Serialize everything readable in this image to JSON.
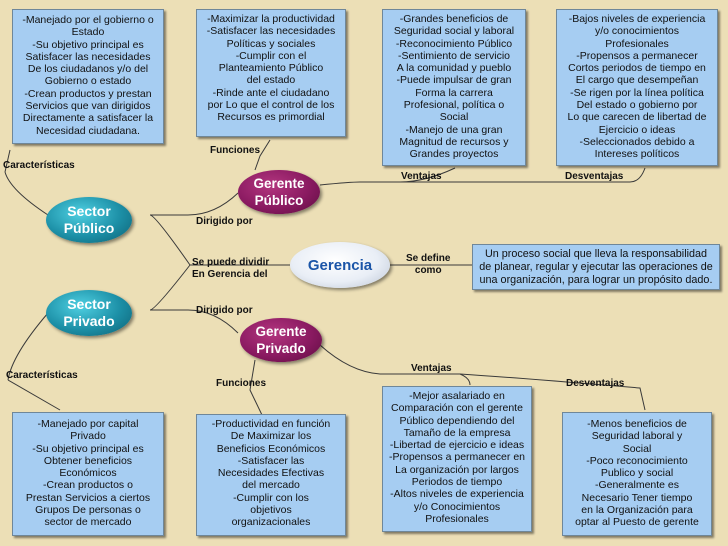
{
  "center": {
    "label": "Gerencia"
  },
  "definition": {
    "connector_lines": [
      "Se define",
      "como"
    ],
    "lines": [
      "Un proceso social que lleva la responsabilidad",
      "de planear, regular y ejecutar las operaciones de",
      "una organización, para lograr un propósito dado."
    ]
  },
  "division_label": {
    "lines": [
      "Se puede dividir",
      "En Gerencia del"
    ]
  },
  "sector_publico": {
    "lines": [
      "Sector",
      "Público"
    ],
    "caracteristicas_label": "Características",
    "dirigido_label": "Dirigido por",
    "caracteristicas": [
      "-Manejado por el gobierno o",
      "Estado",
      "-Su objetivo principal es",
      "Satisfacer las necesidades",
      "De los ciudadanos y/o del",
      "Gobierno o estado",
      "-Crean productos y prestan",
      "Servicios que van dirigidos",
      "Directamente a satisfacer la",
      "Necesidad ciudadana."
    ]
  },
  "sector_privado": {
    "lines": [
      "Sector",
      "Privado"
    ],
    "caracteristicas_label": "Características",
    "dirigido_label": "Dirigido por",
    "caracteristicas": [
      "-Manejado por capital",
      "Privado",
      "-Su objetivo principal es",
      "Obtener beneficios",
      "Económicos",
      "-Crean productos o",
      "Prestan Servicios a ciertos",
      "Grupos De personas o",
      "sector de mercado"
    ]
  },
  "gerente_publico": {
    "lines": [
      "Gerente",
      "Público"
    ],
    "funciones_label": "Funciones",
    "ventajas_label": "Ventajas",
    "desventajas_label": "Desventajas",
    "funciones": [
      "-Maximizar la productividad",
      "-Satisfacer las necesidades",
      "Políticas y sociales",
      "-Cumplir con el",
      "Planteamiento Público",
      "del estado",
      "-Rinde ante el ciudadano",
      "por Lo que el control de los",
      "Recursos es primordial"
    ],
    "ventajas": [
      "-Grandes beneficios de",
      "Seguridad social y laboral",
      "-Reconocimiento Público",
      "-Sentimiento de servicio",
      "A la comunidad y pueblo",
      "-Puede impulsar de gran",
      "Forma la carrera",
      "Profesional, política o",
      "Social",
      "-Manejo de una gran",
      "Magnitud de recursos y",
      "Grandes proyectos"
    ],
    "desventajas": [
      "-Bajos niveles de experiencia",
      "y/o conocimientos",
      "Profesionales",
      "-Propensos a permanecer",
      "Cortos periodos de tiempo en",
      "El cargo que desempeñan",
      "-Se rigen por la línea política",
      "Del estado o gobierno por",
      "Lo que carecen de libertad de",
      "Ejercicio o ideas",
      "-Seleccionados debido a",
      "Intereses políticos"
    ]
  },
  "gerente_privado": {
    "lines": [
      "Gerente",
      "Privado"
    ],
    "funciones_label": "Funciones",
    "ventajas_label": "Ventajas",
    "desventajas_label": "Desventajas",
    "funciones": [
      "-Productividad en función",
      "De Maximizar los",
      "Beneficios Económicos",
      "-Satisfacer las",
      "Necesidades Efectivas",
      "del mercado",
      "-Cumplir con los",
      "objetivos",
      "organizacionales"
    ],
    "ventajas": [
      "-Mejor asalariado en",
      "Comparación con el gerente",
      "Público dependiendo del",
      "Tamaño de la empresa",
      "-Libertad de ejercicio e ideas",
      "-Propensos a permanecer en",
      "La organización por largos",
      "Periodos de tiempo",
      "-Altos niveles de experiencia",
      "y/o Conocimientos",
      "Profesionales"
    ],
    "desventajas": [
      "-Menos beneficios de",
      "Seguridad laboral y",
      "Social",
      "-Poco reconocimiento",
      "Publico y social",
      "-Generalmente es",
      "Necesario Tener tiempo",
      "en la Organización para",
      "optar al Puesto de gerente"
    ]
  }
}
